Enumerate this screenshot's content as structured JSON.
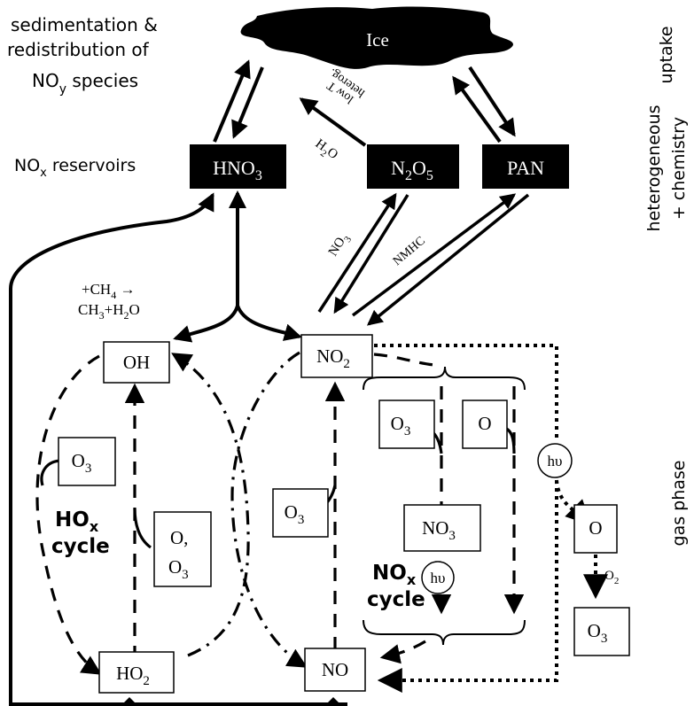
{
  "labels": {
    "sedimentation_line1": "sedimentation &",
    "sedimentation_line2": "redistribution of",
    "noy_species_main": "NO",
    "noy_species_sub": "y",
    "noy_species_rest": " species",
    "nox_reservoirs_main": "NO",
    "nox_reservoirs_sub": "x",
    "nox_reservoirs_rest": " reservoirs",
    "uptake": "uptake",
    "heterogeneous_line1": "heterogeneous",
    "heterogeneous_line2": "+ chemistry",
    "gas_phase": "gas phase"
  },
  "nodes": {
    "ice": "Ice",
    "hno3_main": "HNO",
    "hno3_sub": "3",
    "n2o5_n": "N",
    "n2o5_sub1": "2",
    "n2o5_o": "O",
    "n2o5_sub2": "5",
    "pan": "PAN",
    "oh": "OH",
    "no2_main": "NO",
    "no2_sub": "2",
    "o3_left_main": "O",
    "o3_left_sub": "3",
    "o_o3_line1": "O,",
    "o3_center_main": "O",
    "o3_center_sub": "3",
    "o3_mid_main": "O",
    "o3_mid_sub": "3",
    "o3_top_main": "O",
    "o3_top_sub": "3",
    "o_top": "O",
    "no3_main": "NO",
    "no3_sub": "3",
    "hv_1": "hυ",
    "hv_2": "hυ",
    "o_right": "O",
    "o3_right_main": "O",
    "o3_right_sub": "3",
    "ho2_main": "HO",
    "ho2_sub": "2",
    "no": "NO"
  },
  "annotations": {
    "heterog_line1": "heterog.",
    "heterog_line2": "low T",
    "h2o_main": "H",
    "h2o_sub": "2",
    "h2o_rest": "O",
    "ch4_plus": "+CH",
    "ch4_sub": "4",
    "ch4_arrow": " →",
    "ch3_main": "CH",
    "ch3_sub": "3",
    "ch3_plus": "+H",
    "ch3_h2o_sub": "2",
    "ch3_o": "O",
    "no3_diag_main": "NO",
    "no3_diag_sub": "3",
    "nmhc": "NMHC",
    "o2_main": "O",
    "o2_sub": "2",
    "hox_main": "HO",
    "hox_sub": "x",
    "hox_cycle": "cycle",
    "nox_main": "NO",
    "nox_sub": "x",
    "nox_cycle": "cycle"
  },
  "colors": {
    "ink": "#000000",
    "background": "#ffffff",
    "reservoir_fill": "#000000",
    "reservoir_text": "#ffffff"
  }
}
